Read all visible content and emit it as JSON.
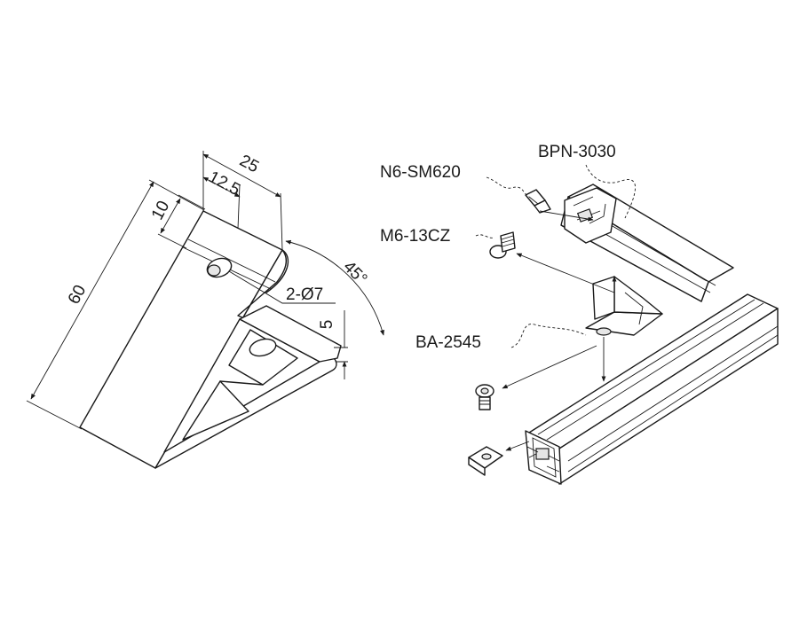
{
  "dimensions": {
    "length": "60",
    "width": "25",
    "hole_offset": "12.5",
    "edge_height": "10",
    "hole_spec": "2-Ø7",
    "thickness": "5",
    "angle": "45°"
  },
  "parts": {
    "screw_set": "N6-SM620",
    "profile_top": "BPN-3030",
    "bolt": "M6-13CZ",
    "bracket": "BA-2545"
  }
}
